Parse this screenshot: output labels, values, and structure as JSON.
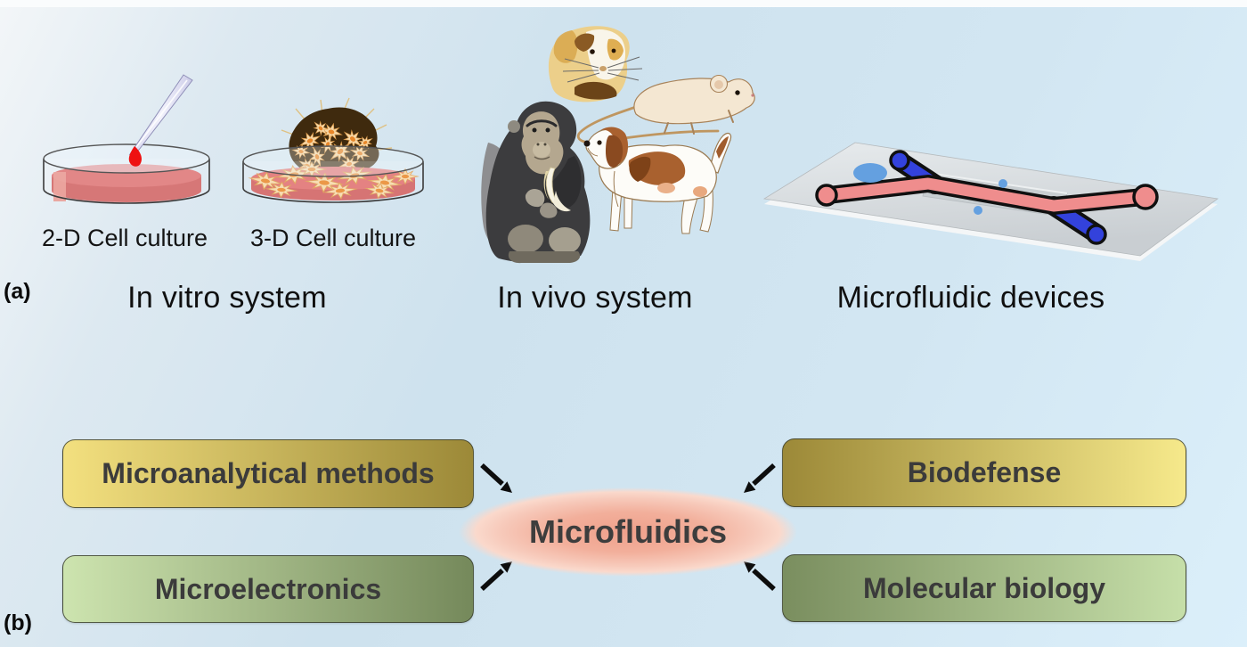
{
  "figure": {
    "panel_a_label": "(a)",
    "panel_b_label": "(b)"
  },
  "panel_a": {
    "in_vitro": {
      "title": "In vitro system",
      "dish_2d_caption": "2-D Cell culture",
      "dish_3d_caption": "3-D Cell culture"
    },
    "in_vivo": {
      "title": "In vivo system",
      "animals": [
        "guinea pig",
        "mouse",
        "chimpanzee",
        "dog"
      ]
    },
    "microfluidic": {
      "title": "Microfluidic devices"
    }
  },
  "panel_b": {
    "center_label": "Microfluidics",
    "boxes": [
      {
        "label": "Microanalytical methods",
        "position": "top-left",
        "gradient": [
          "#f3e07f",
          "#9c8938"
        ]
      },
      {
        "label": "Biodefense",
        "position": "top-right",
        "gradient": [
          "#9c8938",
          "#f6e98b"
        ]
      },
      {
        "label": "Microelectronics",
        "position": "bottom-left",
        "gradient": [
          "#cde4af",
          "#75895b"
        ]
      },
      {
        "label": "Molecular biology",
        "position": "bottom-right",
        "gradient": [
          "#7a8e5f",
          "#c6dfa9"
        ]
      }
    ],
    "ellipse_colors": [
      "#efa08b",
      "#f8cdbf"
    ],
    "arrow_color": "#0d0d0d"
  },
  "colors": {
    "background_top": "#f3f6f8",
    "background_blue": "#cee2ee",
    "background_bottom": "#dbeffa",
    "culture_medium_red": "#d96a6a",
    "chip_channel_pink": "#ef8d8d",
    "chip_channel_blue": "#3342dc",
    "chip_slab_gray": "#d6dbde",
    "box_text": "#3b3b3b",
    "label_text": "#141414"
  }
}
